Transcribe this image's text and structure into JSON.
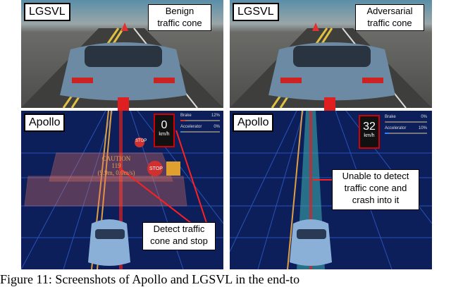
{
  "left": {
    "sim_label": "LGSVL",
    "callout": "Benign\ntraffic cone",
    "apollo_label": "Apollo",
    "speed": "0",
    "speed_unit": "km/h",
    "brake_label": "Brake",
    "brake_value": "12%",
    "accel_label": "Accelerator",
    "accel_value": "0%",
    "caution_title": "CAUTION",
    "caution_id": "119",
    "caution_detail": "(9.9m, 0.0m/s)",
    "stop_sign": "STOP",
    "result": "Detect traffic\ncone and stop"
  },
  "right": {
    "sim_label": "LGSVL",
    "callout": "Adversarial\ntraffic cone",
    "apollo_label": "Apollo",
    "speed": "32",
    "speed_unit": "km/h",
    "brake_label": "Brake",
    "brake_value": "0%",
    "accel_label": "Accelerator",
    "accel_value": "10%",
    "result": "Unable to detect\ntraffic cone and\ncrash into it"
  },
  "caption": "Figure 11: Screenshots of Apollo and LGSVL in the end-to",
  "colors": {
    "highlight": "#d80000",
    "apollo_bg": "#0d1f5a",
    "caution": "#e06040"
  }
}
